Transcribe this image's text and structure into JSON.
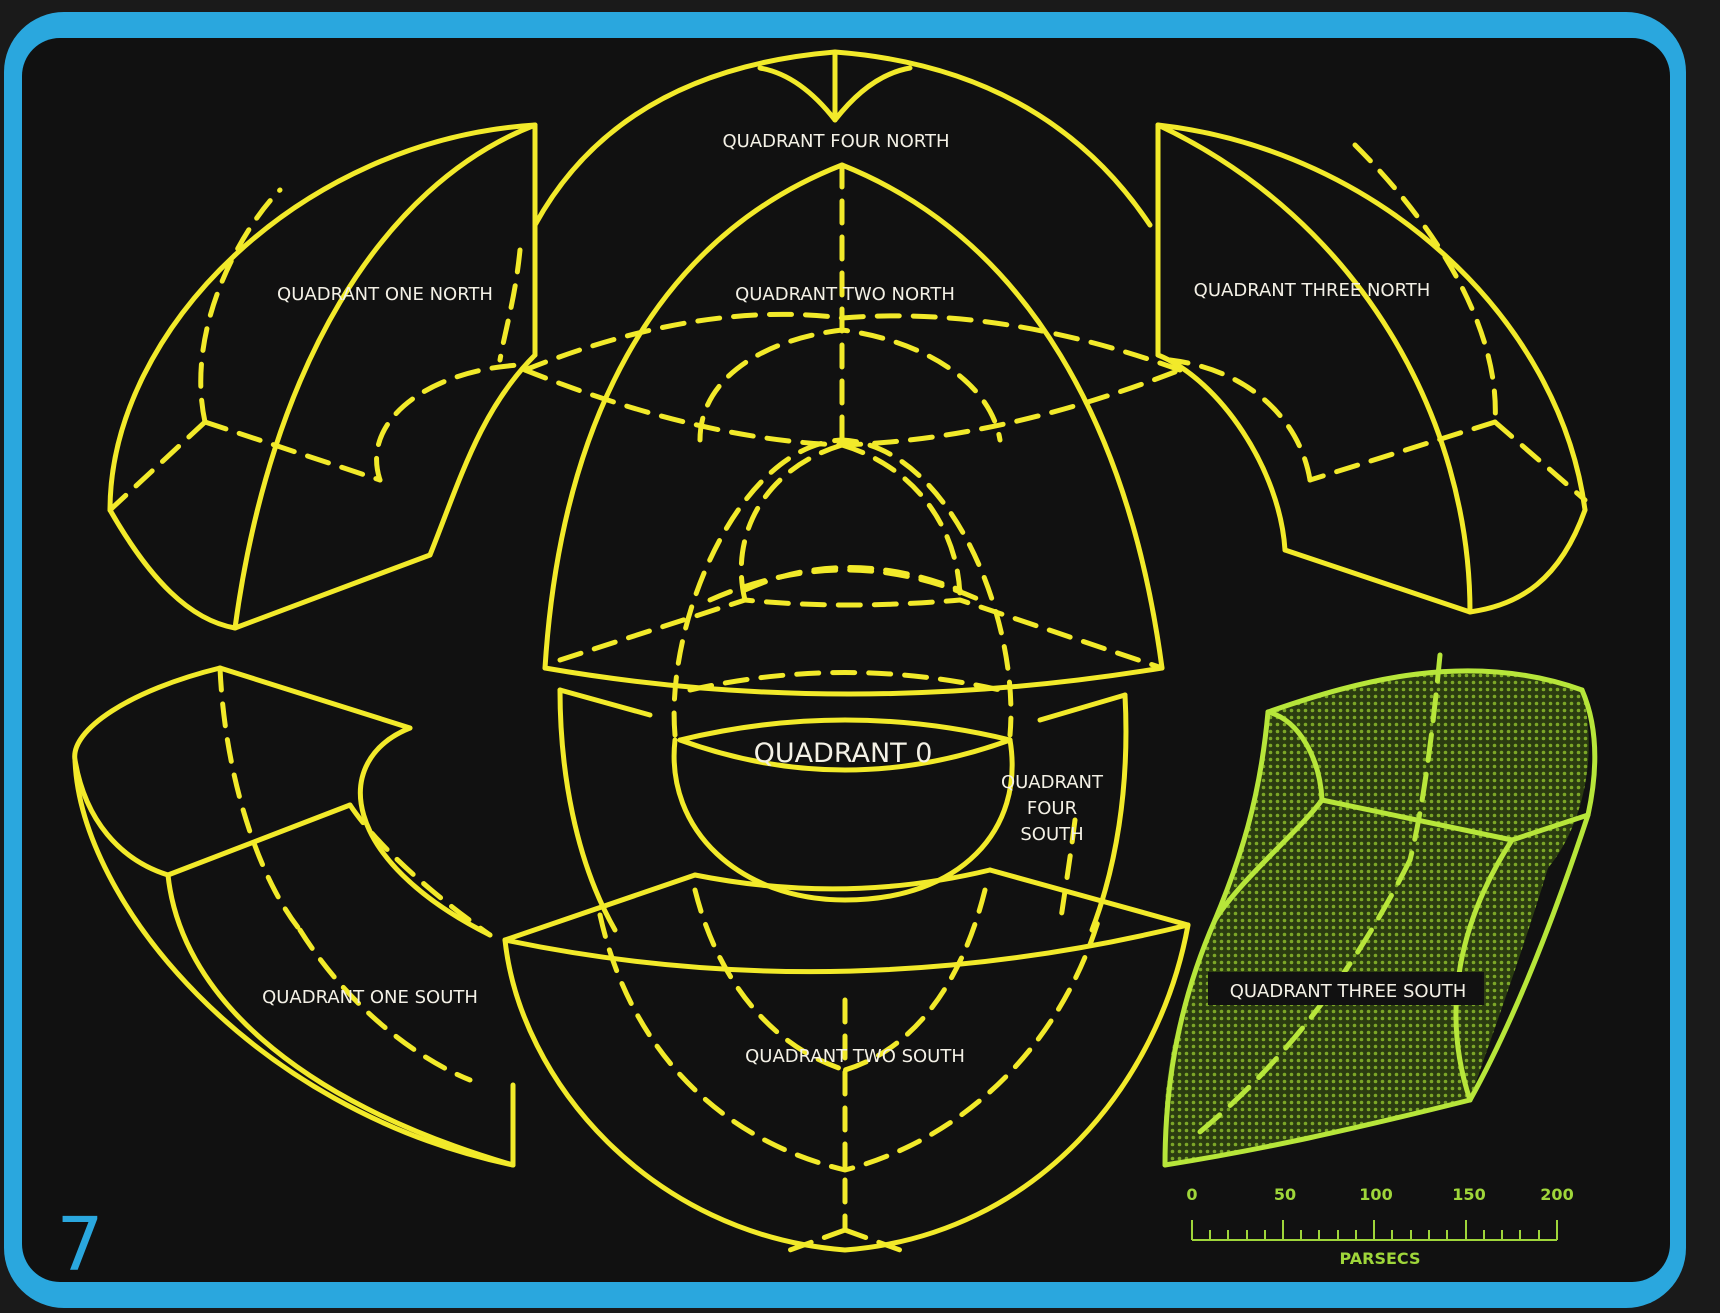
{
  "page_number": "7",
  "labels": {
    "q4n": "QUADRANT FOUR NORTH",
    "q1n": "QUADRANT ONE NORTH",
    "q2n": "QUADRANT TWO NORTH",
    "q3n": "QUADRANT THREE NORTH",
    "q0": "QUADRANT 0",
    "q4s_1": "QUADRANT",
    "q4s_2": "FOUR",
    "q4s_3": "SOUTH",
    "q1s": "QUADRANT ONE SOUTH",
    "q2s": "QUADRANT TWO SOUTH",
    "q3s": "QUADRANT THREE SOUTH"
  },
  "scale": {
    "unit": "PARSECS",
    "ticks": [
      "0",
      "50",
      "100",
      "150",
      "200"
    ]
  },
  "colors": {
    "frame": "#2aa7de",
    "background": "#111111",
    "outline": "#f2ea2a",
    "highlight_stroke": "#b7e63a",
    "highlight_fill": "#7fb028",
    "scale": "#9fd63a"
  }
}
